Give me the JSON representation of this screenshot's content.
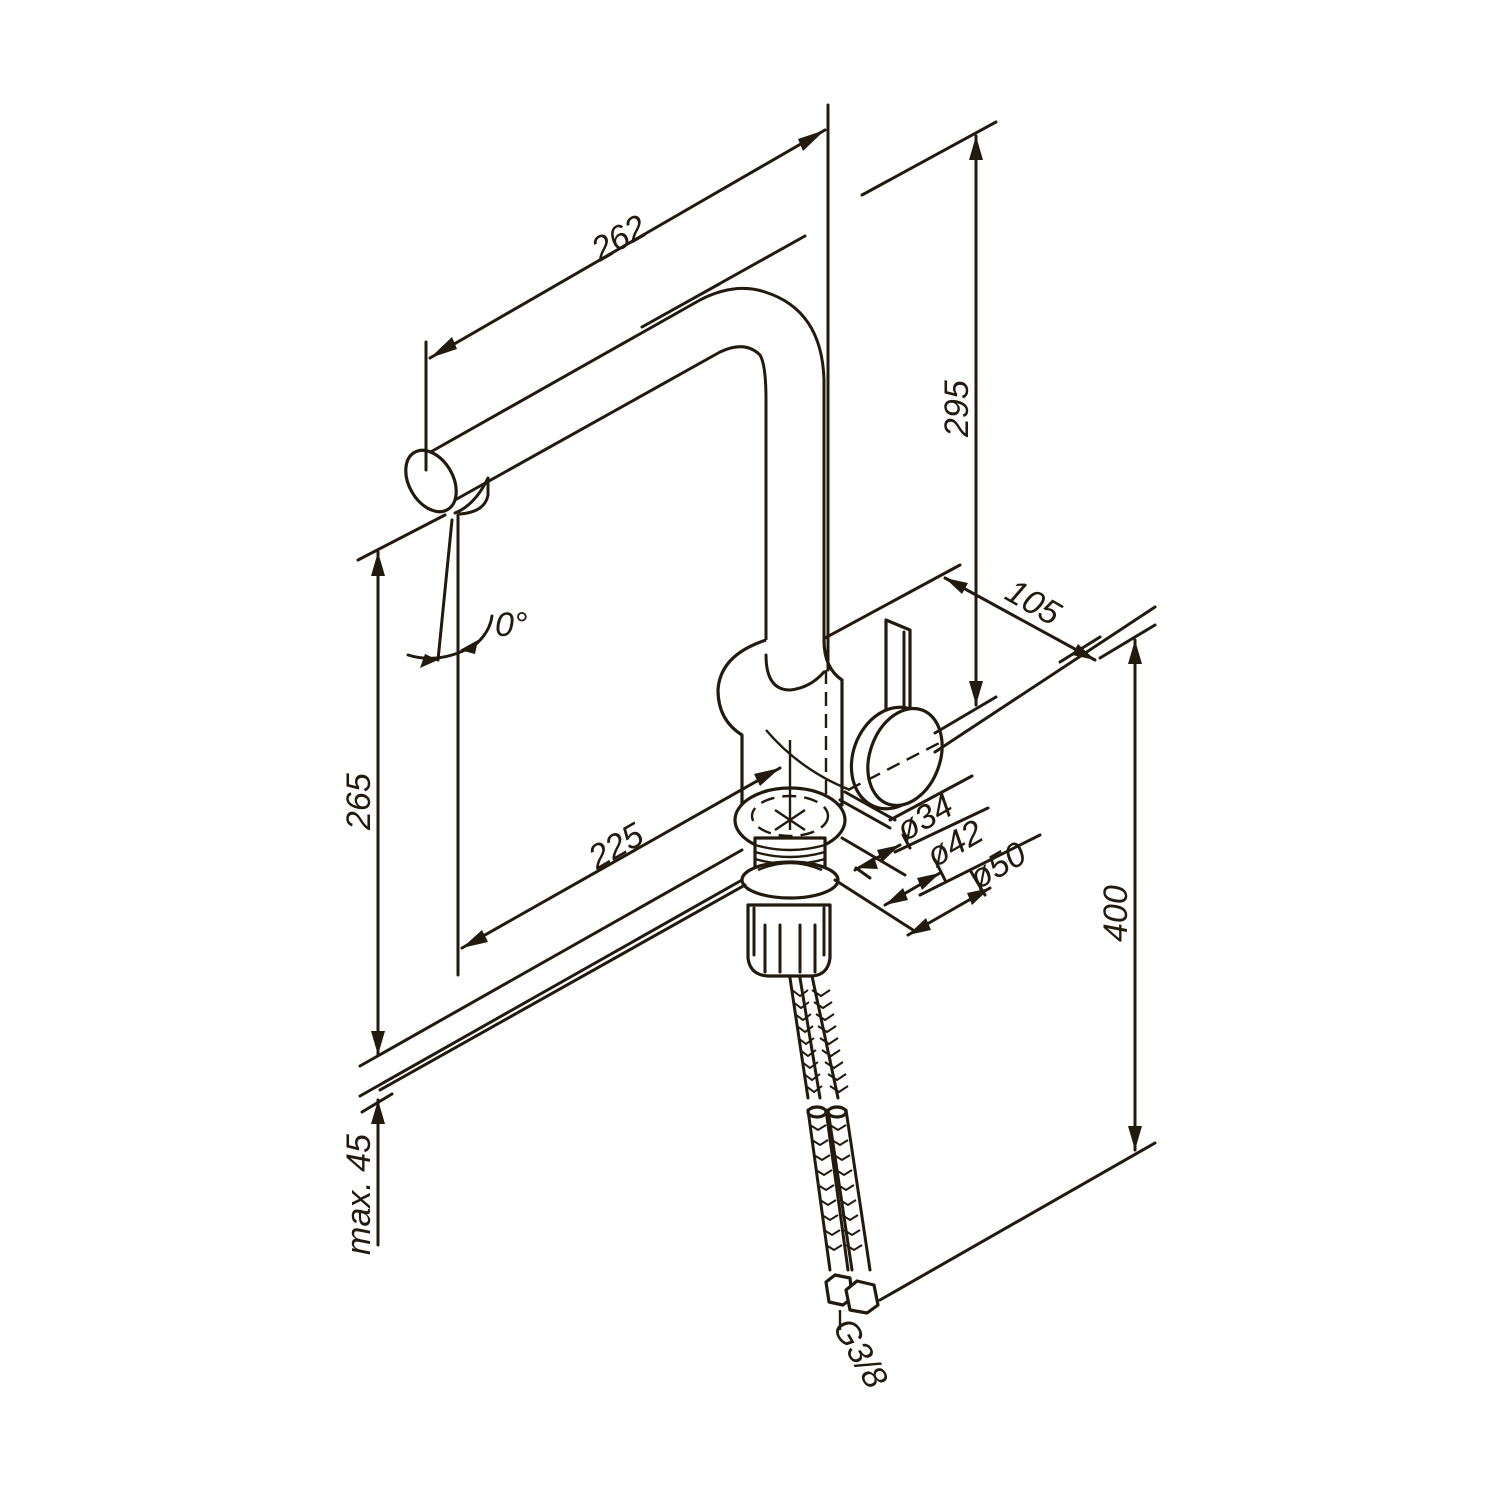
{
  "drawing": {
    "subject": "Kitchen faucet technical dimension drawing",
    "line_color": "#231a0e",
    "background": "#ffffff"
  },
  "dimensions": {
    "spout_reach": "262",
    "total_height": "295",
    "lever_depth": "105",
    "outlet_height": "265",
    "spout_projection": "225",
    "hose_length": "400",
    "swivel_angle": "0°",
    "max_countertop": "max. 45",
    "dia_34": "ø34",
    "dia_42": "ø42",
    "dia_50": "ø50",
    "connection_thread": "G3/8"
  }
}
